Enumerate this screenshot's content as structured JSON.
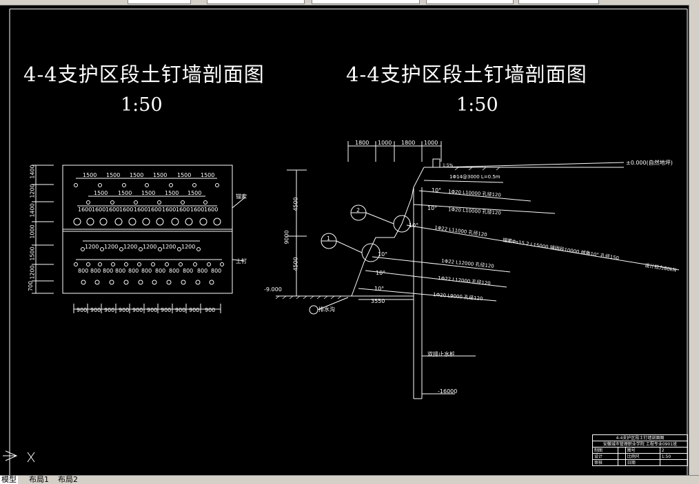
{
  "toolbar": {
    "boxes": [
      "",
      "",
      "",
      "",
      ""
    ]
  },
  "tabs": [
    "模型",
    "布局1",
    "布局2"
  ],
  "drawing": {
    "left": {
      "title": "4-4支护区段土钉墙剖面图",
      "scale": "1:50",
      "row_dims": [
        "1400",
        "1200",
        "1400",
        "1000",
        "1500",
        "1200",
        "700"
      ],
      "spacing_1500": "1500",
      "spacing_1600": "1600",
      "spacing_1200": "1200",
      "spacing_800": "800",
      "label_anchor": "锚索",
      "label_nail": "土钉",
      "bottom_dim": "900"
    },
    "right": {
      "title": "4-4支护区段土钉墙剖面图",
      "scale": "1:50",
      "top_dims": [
        "1800",
        "1000",
        "1800",
        "1000"
      ],
      "ground_level": "±0.000(自然地坪)",
      "slope": "1:5%",
      "height_total": "9000",
      "height_upper": "4500",
      "height_lower": "4500",
      "pit_level": "-9.000",
      "base_dim": "3550",
      "drain_label": "排水沟",
      "pile_label": "双排止水桩",
      "pile_bottom": "-16000",
      "detail_1": "1",
      "detail_2": "2",
      "angle": "10°",
      "nails": [
        "1Φ14@3000 L=0.5m",
        "1Φ20 L10000 孔径120",
        "1Φ20 L10000 孔径120",
        "1Φ22 L11000 孔径120",
        "1Φ22 L12000 孔径120",
        "1Φ22 L12000 孔径120",
        "1Φ20 L9000 孔径120"
      ],
      "anchor": "锚索Φs15.2 L15000 锚固段10000 倾角10° 孔径150",
      "anchor_force": "设计拉力80kN"
    },
    "title_block": {
      "name": "4-4支护区段土钉墙剖面图",
      "school": "安徽城市管理职业学院 工程专业0901班",
      "r1c1": "制图",
      "r1c3": "图号",
      "r1c4": "2",
      "r2c1": "设计",
      "r2c3": "比例尺",
      "r2c4": "1:50",
      "r3c1": "审核",
      "r3c3": "日期",
      "r3c4": ""
    }
  }
}
